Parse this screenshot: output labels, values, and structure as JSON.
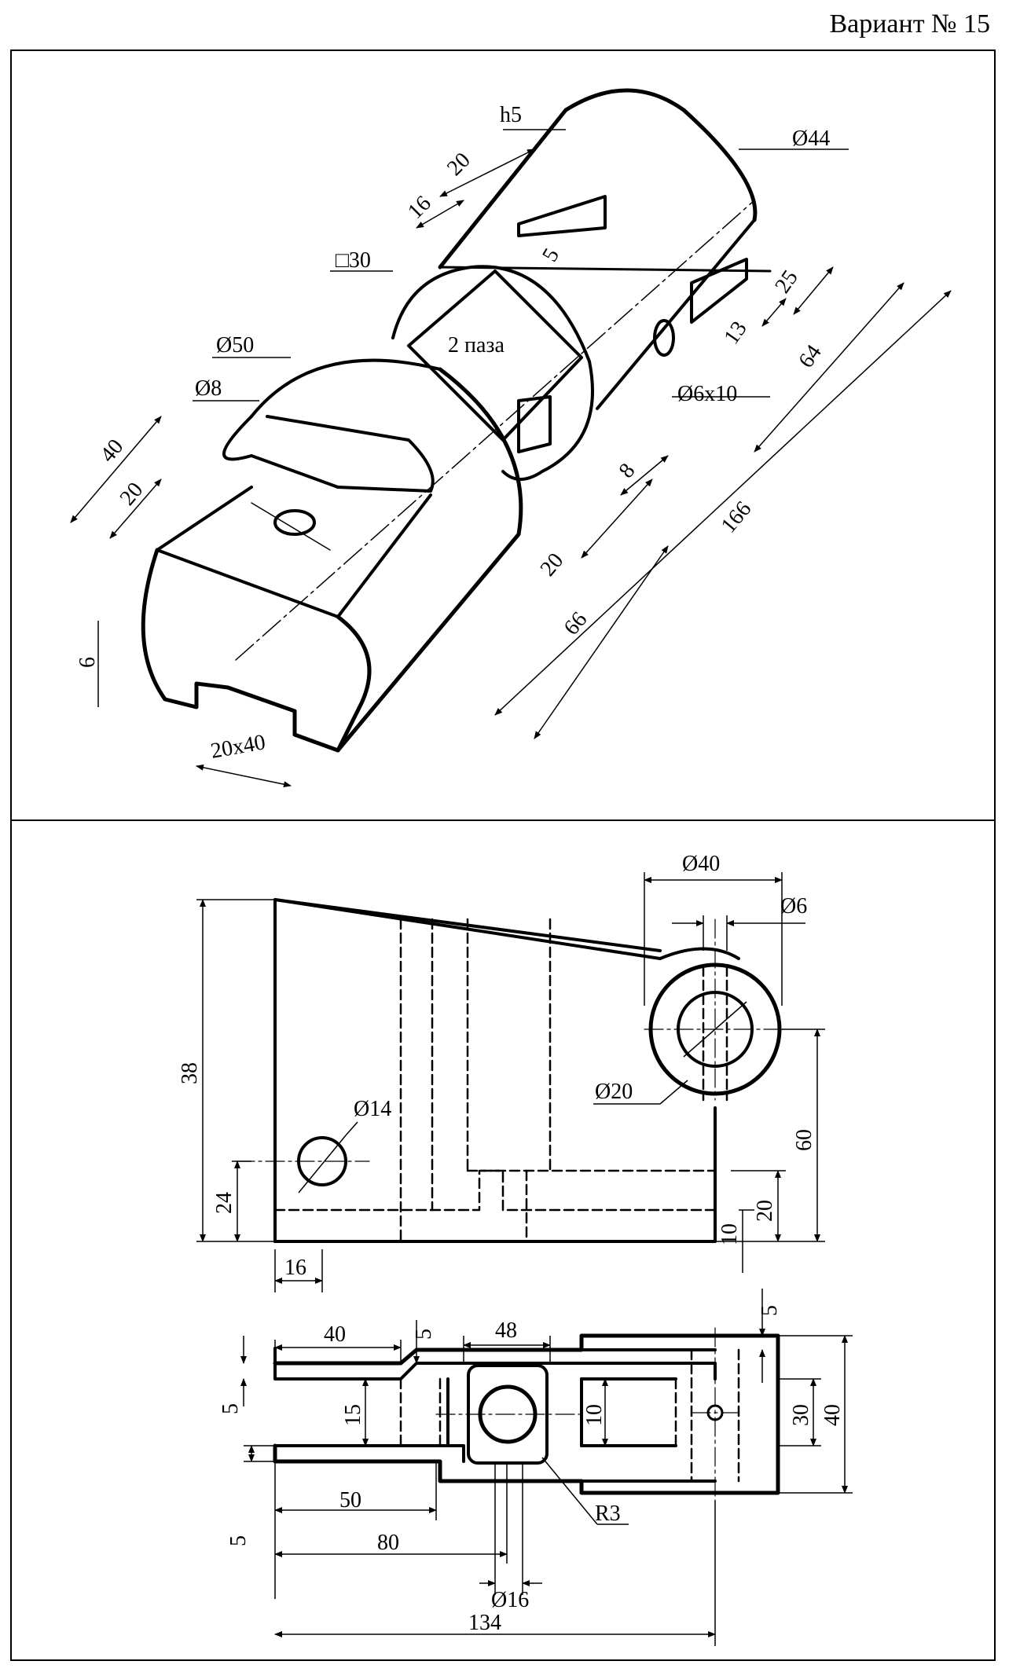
{
  "header": {
    "variant_label": "Вариант № 15"
  },
  "isometric": {
    "dims": {
      "h5": "h5",
      "d44": "Ø44",
      "sq30": "□30",
      "d50": "Ø50",
      "d8": "Ø8",
      "two_slots": "2 паза",
      "d6x10": "Ø6x10",
      "n20_top": "20",
      "n16": "16",
      "n5": "5",
      "n25": "25",
      "n13": "13",
      "n64": "64",
      "n40": "40",
      "n20_left": "20",
      "n8": "8",
      "n20_mid": "20",
      "n166": "166",
      "n66": "66",
      "n6": "6",
      "n20x40": "20x40"
    }
  },
  "front_view": {
    "dims": {
      "d40": "Ø40",
      "d6": "Ø6",
      "d14": "Ø14",
      "d20": "Ø20",
      "n38": "38",
      "n24": "24",
      "n16": "16",
      "n60": "60",
      "n20": "20",
      "n10": "10"
    }
  },
  "top_view": {
    "dims": {
      "n40": "40",
      "n5_top": "5",
      "n48": "48",
      "n5_right": "5",
      "n10": "10",
      "n15": "15",
      "n5_left": "5",
      "n5_left2": "5",
      "n30": "30",
      "n40_right": "40",
      "n50": "50",
      "n80": "80",
      "r3": "R3",
      "d16": "Ø16",
      "n134": "134"
    }
  }
}
